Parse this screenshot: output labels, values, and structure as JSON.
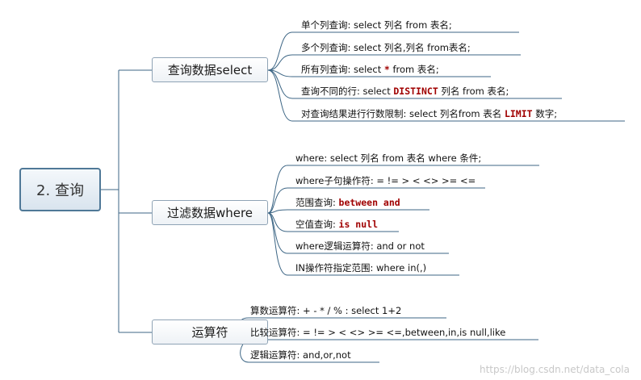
{
  "root": {
    "label": "2. 查询"
  },
  "branches": [
    {
      "label": "查询数据select",
      "items": [
        {
          "parts": [
            {
              "t": "单个列查询: select 列名 from 表名;"
            }
          ]
        },
        {
          "parts": [
            {
              "t": "多个列查询: select 列名,列名 from表名;"
            }
          ]
        },
        {
          "parts": [
            {
              "t": "所有列查询: select "
            },
            {
              "t": "*",
              "kw": true
            },
            {
              "t": " from 表名;"
            }
          ]
        },
        {
          "parts": [
            {
              "t": "查询不同的行: select "
            },
            {
              "t": "DISTINCT",
              "kw": true
            },
            {
              "t": " 列名 from 表名;"
            }
          ]
        },
        {
          "parts": [
            {
              "t": "对查询结果进行行数限制: select 列名from 表名 "
            },
            {
              "t": "LIMIT",
              "kw": true
            },
            {
              "t": " 数字;"
            }
          ]
        }
      ]
    },
    {
      "label": "过滤数据where",
      "items": [
        {
          "parts": [
            {
              "t": "where: select 列名 from 表名 where 条件;"
            }
          ]
        },
        {
          "parts": [
            {
              "t": "where子句操作符: = != > < <> >= <="
            }
          ]
        },
        {
          "parts": [
            {
              "t": "范围查询: "
            },
            {
              "t": "between and",
              "kw": true
            }
          ]
        },
        {
          "parts": [
            {
              "t": "空值查询: "
            },
            {
              "t": "is null",
              "kw": true
            }
          ]
        },
        {
          "parts": [
            {
              "t": "where逻辑运算符: and or not"
            }
          ]
        },
        {
          "parts": [
            {
              "t": "IN操作符指定范围: where in(,)"
            }
          ]
        }
      ]
    },
    {
      "label": "运算符",
      "items": [
        {
          "parts": [
            {
              "t": "算数运算符: + - * / % : select 1+2"
            }
          ]
        },
        {
          "parts": [
            {
              "t": "比较运算符: = != > < <> >= <=,between,in,is null,like"
            }
          ]
        },
        {
          "parts": [
            {
              "t": "逻辑运算符: and,or,not"
            }
          ]
        }
      ]
    }
  ],
  "watermark": "https://blog.csdn.net/data_cola",
  "colors": {
    "line": "#3d6685",
    "keyword": "#a00000"
  }
}
